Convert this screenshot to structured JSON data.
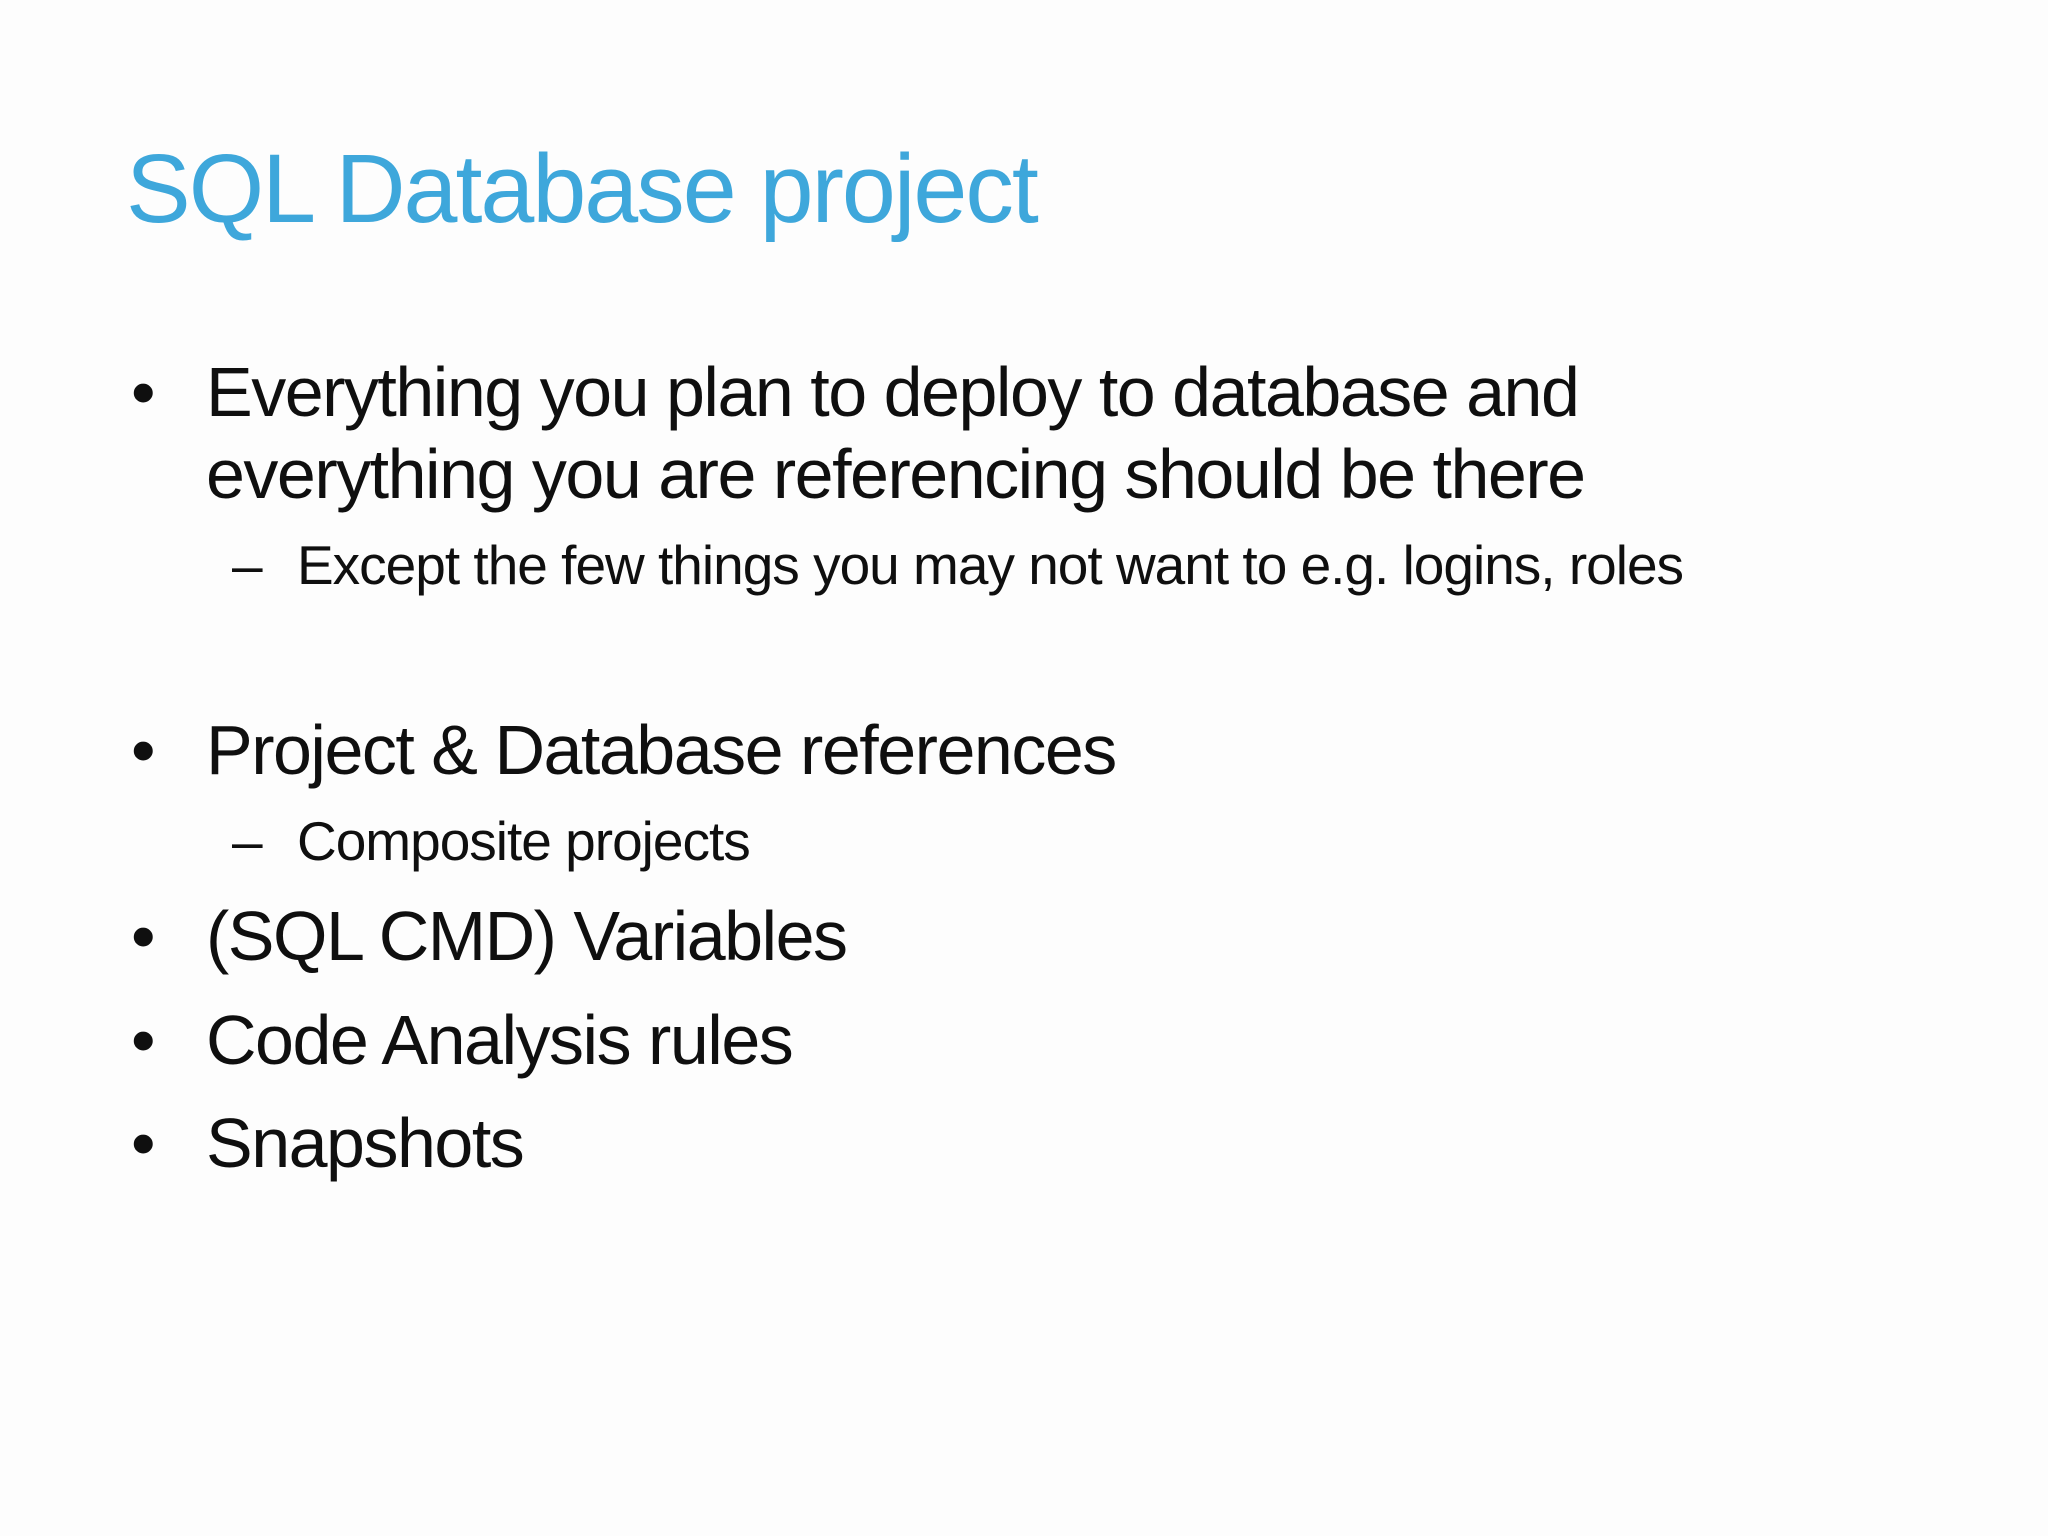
{
  "slide": {
    "title": "SQL Database project",
    "title_color": "#3EA7DB",
    "text_color": "#0F0F0F",
    "background_color": "#FDFDFD",
    "bullets": [
      {
        "level": 1,
        "marker": "•",
        "spacer_before": false,
        "text": "Everything you plan to deploy to database and everything you are referencing should be there"
      },
      {
        "level": 2,
        "marker": "–",
        "spacer_before": false,
        "text": "Except the few things you may not want to e.g. logins, roles"
      },
      {
        "level": 1,
        "marker": "•",
        "spacer_before": true,
        "text": "Project & Database references"
      },
      {
        "level": 2,
        "marker": "–",
        "spacer_before": false,
        "text": "Composite projects"
      },
      {
        "level": 1,
        "marker": "•",
        "spacer_before": false,
        "text": "(SQL CMD) Variables"
      },
      {
        "level": 1,
        "marker": "•",
        "spacer_before": false,
        "text": "Code Analysis rules"
      },
      {
        "level": 1,
        "marker": "•",
        "spacer_before": false,
        "text": "Snapshots"
      }
    ]
  }
}
